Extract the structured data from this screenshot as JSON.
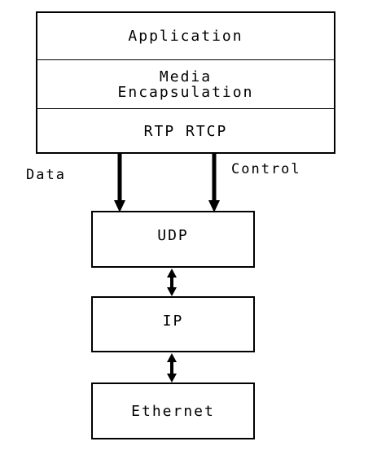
{
  "stack": {
    "application": "Application",
    "media_line1": "Media",
    "media_line2": "Encapsulation",
    "rtp_rtcp": "RTP RTCP"
  },
  "labels": {
    "data": "Data",
    "control": "Control"
  },
  "boxes": {
    "udp": "UDP",
    "ip": "IP",
    "ethernet": "Ethernet"
  }
}
